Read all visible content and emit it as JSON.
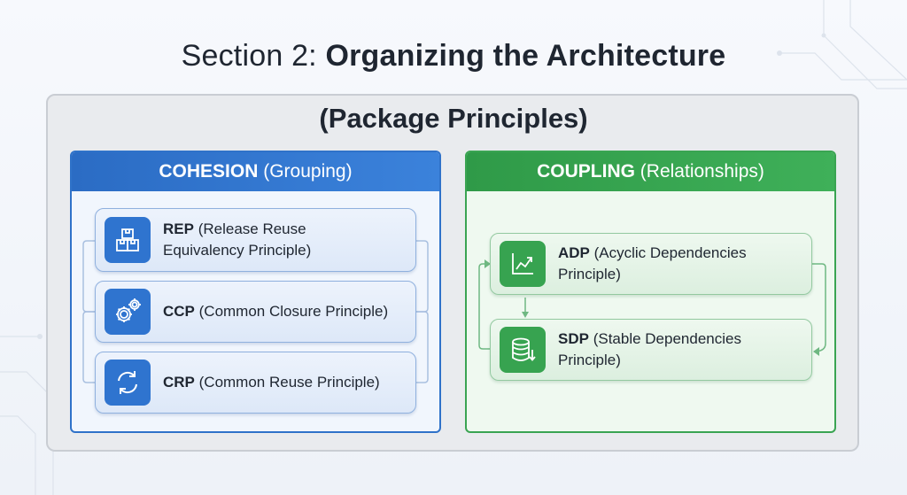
{
  "title": {
    "prefix": "Section 2: ",
    "main": "Organizing the Architecture"
  },
  "subtitle": "(Package Principles)",
  "cohesion": {
    "heading_bold": "COHESION",
    "heading_rest": " (Grouping)",
    "items": [
      {
        "abbr": "REP",
        "line1": " (Release Reuse",
        "line2": "Equivalency Principle)",
        "icon": "boxes-icon"
      },
      {
        "abbr": "CCP",
        "line1": " (Common Closure Principle)",
        "line2": "",
        "icon": "gears-icon"
      },
      {
        "abbr": "CRP",
        "line1": " (Common Reuse Principle)",
        "line2": "",
        "icon": "refresh-icon"
      }
    ]
  },
  "coupling": {
    "heading_bold": "COUPLING",
    "heading_rest": " (Relationships)",
    "items": [
      {
        "abbr": "ADP",
        "line1": " (Acyclic Dependencies",
        "line2": "Principle)",
        "icon": "chart-icon"
      },
      {
        "abbr": "SDP",
        "line1": " (Stable Dependencies",
        "line2": "Principle)",
        "icon": "database-icon"
      }
    ]
  },
  "colors": {
    "blue": "#2f74cf",
    "green": "#37a350",
    "outer_bg": "#e9ebee"
  }
}
